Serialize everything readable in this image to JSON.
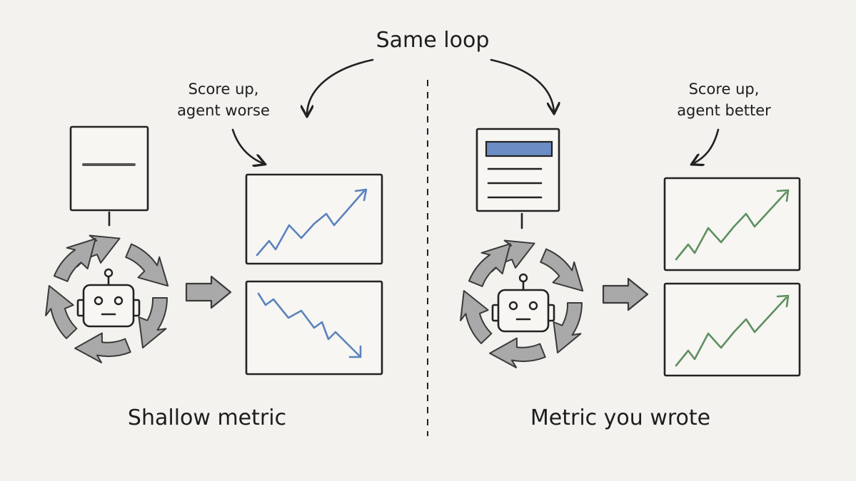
{
  "title": "Same loop",
  "left": {
    "caption": "Shallow metric",
    "annotation_line1": "Score up,",
    "annotation_line2": "agent worse",
    "trend_color": "#5b83bd"
  },
  "right": {
    "caption": "Metric you wrote",
    "annotation_line1": "Score up,",
    "annotation_line2": "agent better",
    "trend_color": "#5f8f5f",
    "doc_header_color": "#6b8dc4"
  },
  "icons": [
    "document-icon",
    "robot-icon",
    "cycle-arrows-icon",
    "right-arrow-icon",
    "trend-up-icon",
    "trend-down-icon"
  ]
}
